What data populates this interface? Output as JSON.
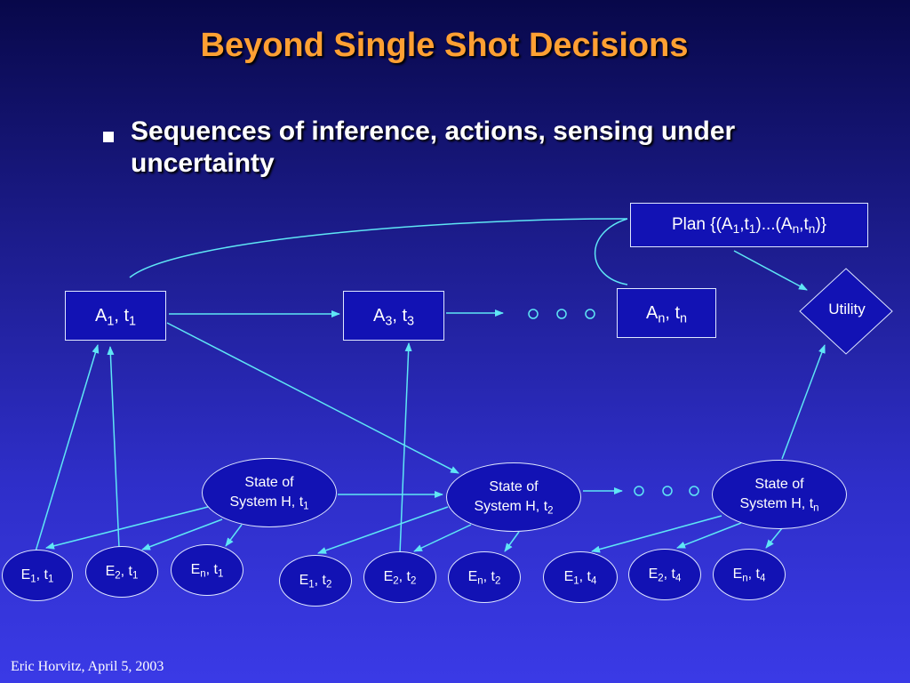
{
  "slide": {
    "title": "Beyond Single Shot Decisions",
    "bullet": "Sequences of inference, actions, sensing under uncertainty",
    "footer": "Eric Horvitz, April 5, 2003"
  },
  "nodes": {
    "plan": {
      "text": "Plan {(A",
      "s1": "1",
      "m1": ",t",
      "s2": "1",
      "m2": ")...(A",
      "s3": "n",
      "m3": ",t",
      "s4": "n",
      "m4": ")}"
    },
    "utility": "Utility",
    "actions": [
      {
        "main": "A",
        "sub": "1",
        "mid": ", t",
        "sub2": "1"
      },
      {
        "main": "A",
        "sub": "3",
        "mid": ", t",
        "sub2": "3"
      },
      {
        "main": "A",
        "sub": "n",
        "mid": ", t",
        "sub2": "n"
      }
    ],
    "states": [
      {
        "line1": "State of",
        "line2": "System H, t",
        "sub": "1"
      },
      {
        "line1": "State of",
        "line2": "System H, t",
        "sub": "2"
      },
      {
        "line1": "State of",
        "line2": "System H, t",
        "sub": "n"
      }
    ],
    "evidence": [
      {
        "main": "E",
        "sub": "1",
        "mid": ", t",
        "sub2": "1"
      },
      {
        "main": "E",
        "sub": "2",
        "mid": ", t",
        "sub2": "1"
      },
      {
        "main": "E",
        "sub": "n",
        "mid": ", t",
        "sub2": "1"
      },
      {
        "main": "E",
        "sub": "1",
        "mid": ", t",
        "sub2": "2"
      },
      {
        "main": "E",
        "sub": "2",
        "mid": ", t",
        "sub2": "2"
      },
      {
        "main": "E",
        "sub": "n",
        "mid": ", t",
        "sub2": "2"
      },
      {
        "main": "E",
        "sub": "1",
        "mid": ", t",
        "sub2": "4"
      },
      {
        "main": "E",
        "sub": "2",
        "mid": ", t",
        "sub2": "4"
      },
      {
        "main": "E",
        "sub": "n",
        "mid": ", t",
        "sub2": "4"
      }
    ]
  },
  "colors": {
    "edge": "#5fe6f5",
    "node_fill": "#1212b4",
    "title": "#ffa033"
  }
}
